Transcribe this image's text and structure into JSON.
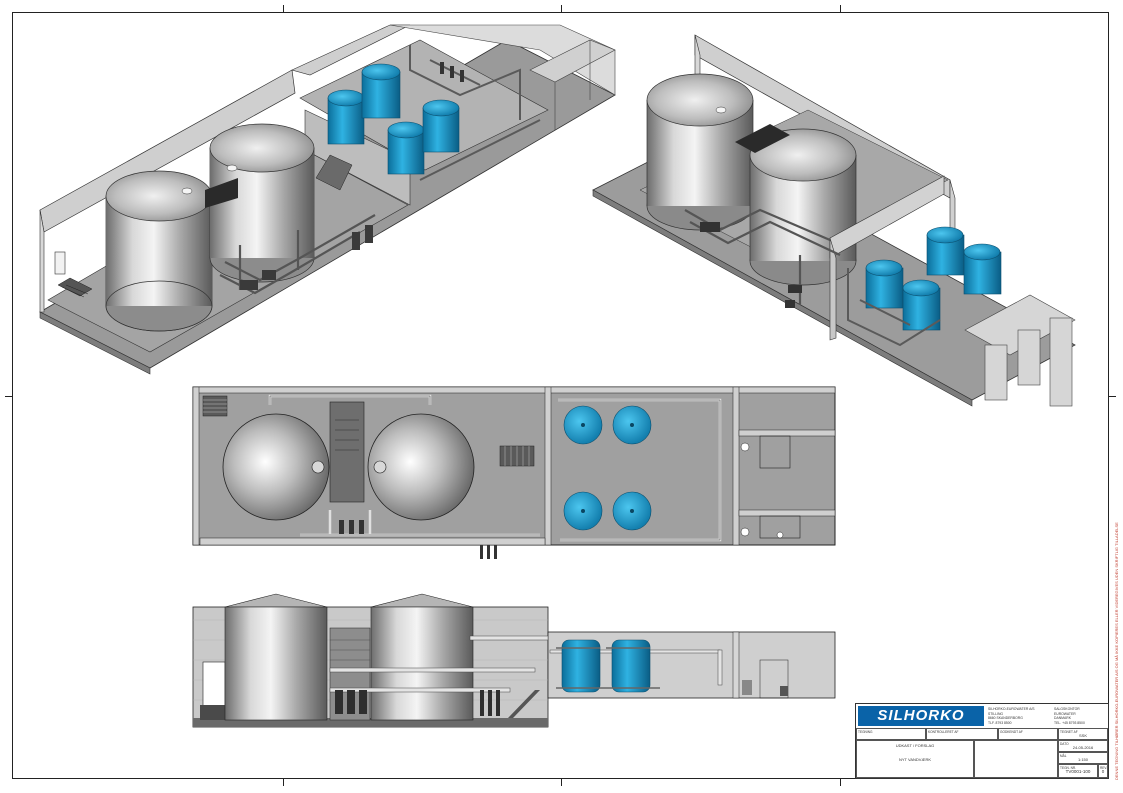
{
  "title_block": {
    "logo": "SILHORKO",
    "company_lines": [
      "SILHORKO-EUROWATER A/S",
      "STILLING",
      "8660 SKANDERBORG",
      "TLF. 8793 8500"
    ],
    "company_lines_right": [
      "SALGSKONTOR",
      "EUROWATER",
      "DANMARK",
      "TEL. +45 8793 8500"
    ],
    "labels": {
      "drawing": "TEGNING",
      "controlled": "KONTROLLERET AF",
      "approved": "GODKENDT AF",
      "date_label": "DATO",
      "scale_label": "MÅL",
      "drawn_by_label": "TEGNET AF",
      "number_label": "TEGN. NR.",
      "rev_label": "REV."
    },
    "title_line_1": "UDKAST / FORSLAG",
    "title_line_2": "NYT VANDVÆRK",
    "drawn_by": "SSK",
    "date": "24-05-2016",
    "scale": "1:150",
    "drawing_number": "TV0001-100",
    "revision": "0"
  },
  "side_note": "DENNE TEGNING TILHØRER SILHORKO-EUROWATER A/S OG MÅ IKKE KOPIERES ELLER VIDEREGIVES UDEN SKRIFTLIG TILLADELSE"
}
